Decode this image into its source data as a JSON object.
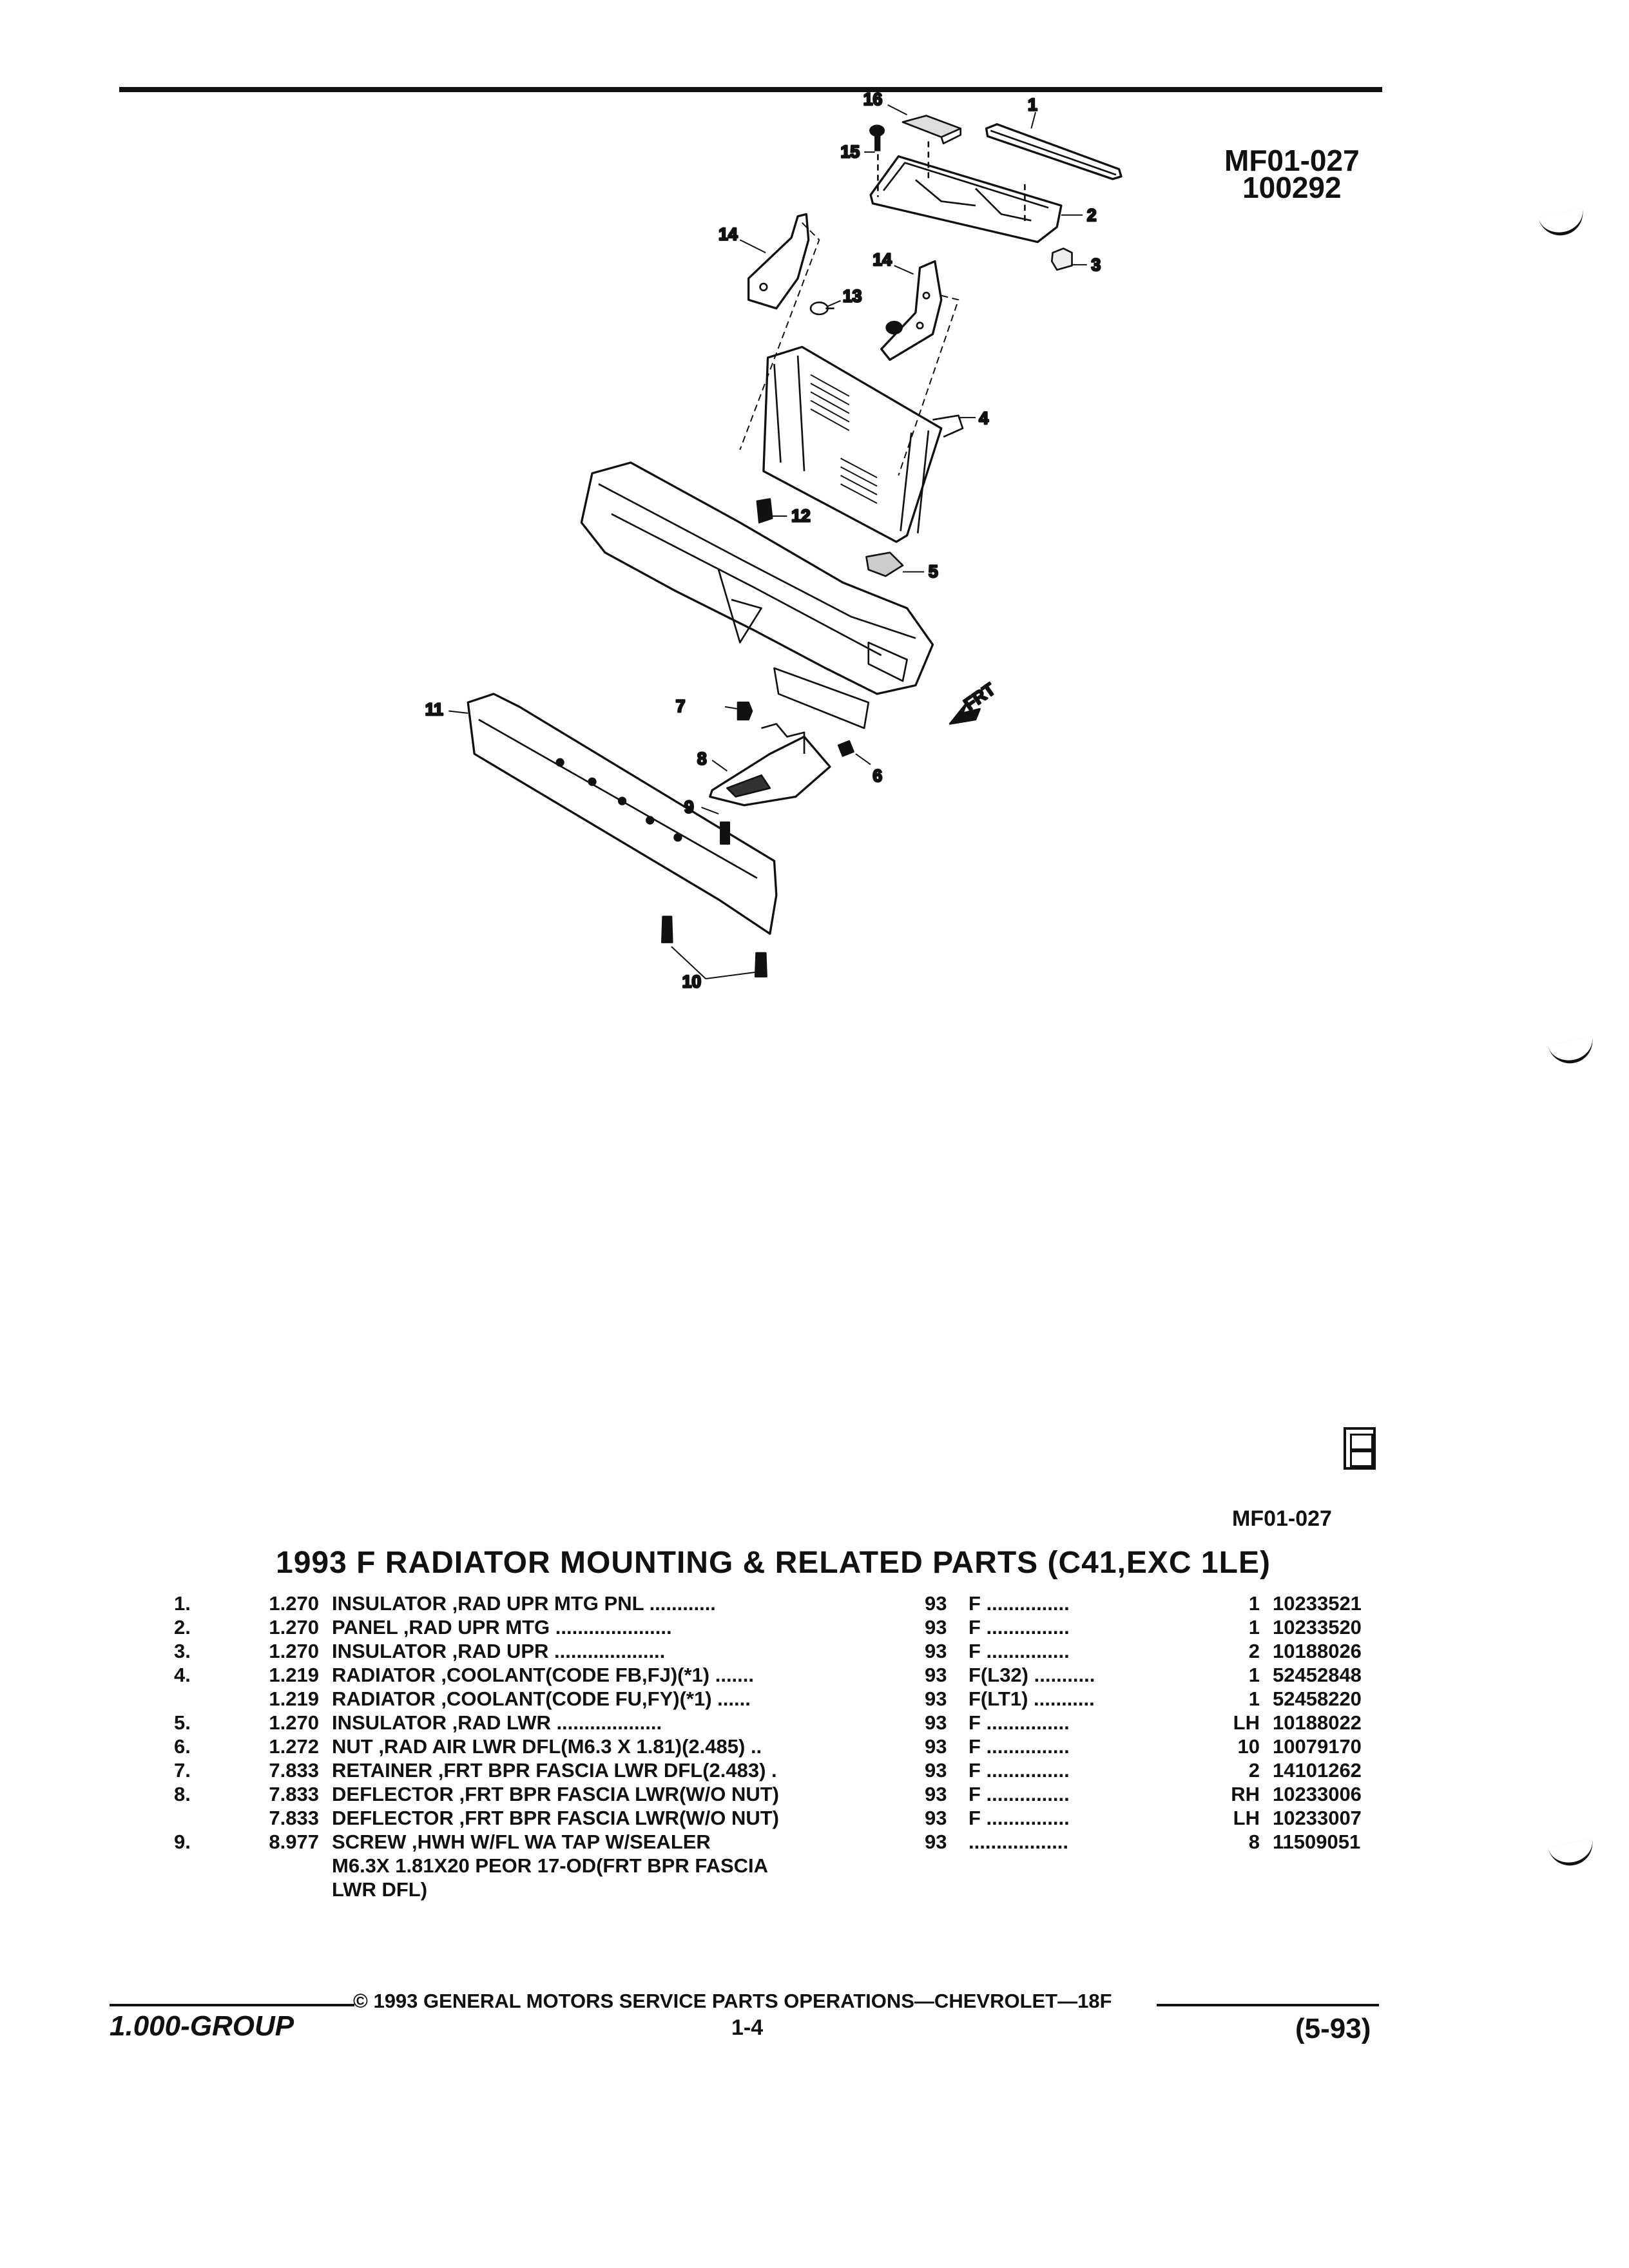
{
  "header": {
    "illustration_code_top": "MF01-027",
    "illustration_date": "100292"
  },
  "diagram": {
    "callouts": [
      "1",
      "2",
      "3",
      "4",
      "5",
      "6",
      "7",
      "8",
      "9",
      "10",
      "11",
      "12",
      "13",
      "14",
      "14",
      "15",
      "16"
    ],
    "direction_label": "FRT",
    "illustration_code_bottom": "MF01-027"
  },
  "section_title": "1993 F RADIATOR MOUNTING & RELATED PARTS (C41,EXC 1LE)",
  "parts": [
    {
      "idx": "1.",
      "sect": "1.270",
      "desc": "INSULATOR ,RAD UPR MTG PNL ............",
      "year": "93",
      "code": "F ...............",
      "qty": "1",
      "part": "10233521"
    },
    {
      "idx": "2.",
      "sect": "1.270",
      "desc": "PANEL ,RAD UPR MTG .....................",
      "year": "93",
      "code": "F ...............",
      "qty": "1",
      "part": "10233520"
    },
    {
      "idx": "3.",
      "sect": "1.270",
      "desc": "INSULATOR ,RAD UPR ....................",
      "year": "93",
      "code": "F ...............",
      "qty": "2",
      "part": "10188026"
    },
    {
      "idx": "4.",
      "sect": "1.219",
      "desc": "RADIATOR ,COOLANT(CODE FB,FJ)(*1) .......",
      "year": "93",
      "code": "F(L32) ...........",
      "qty": "1",
      "part": "52452848"
    },
    {
      "idx": "",
      "sect": "1.219",
      "desc": "RADIATOR ,COOLANT(CODE FU,FY)(*1) ......",
      "year": "93",
      "code": "F(LT1) ...........",
      "qty": "1",
      "part": "52458220"
    },
    {
      "idx": "5.",
      "sect": "1.270",
      "desc": "INSULATOR ,RAD LWR ...................",
      "year": "93",
      "code": "F ...............",
      "qty": "LH",
      "part": "10188022"
    },
    {
      "idx": "6.",
      "sect": "1.272",
      "desc": "NUT ,RAD AIR LWR DFL(M6.3 X 1.81)(2.485) ..",
      "year": "93",
      "code": "F ...............",
      "qty": "10",
      "part": "10079170"
    },
    {
      "idx": "7.",
      "sect": "7.833",
      "desc": "RETAINER ,FRT BPR FASCIA LWR DFL(2.483) .",
      "year": "93",
      "code": "F ...............",
      "qty": "2",
      "part": "14101262"
    },
    {
      "idx": "8.",
      "sect": "7.833",
      "desc": "DEFLECTOR ,FRT BPR FASCIA LWR(W/O NUT)",
      "year": "93",
      "code": "F ...............",
      "qty": "RH",
      "part": "10233006"
    },
    {
      "idx": "",
      "sect": "7.833",
      "desc": "DEFLECTOR ,FRT BPR FASCIA LWR(W/O NUT)",
      "year": "93",
      "code": "F ...............",
      "qty": "LH",
      "part": "10233007"
    },
    {
      "idx": "9.",
      "sect": "8.977",
      "desc": "SCREW ,HWH W/FL WA TAP W/SEALER",
      "year": "93",
      "code": "..................",
      "qty": "8",
      "part": "11509051"
    }
  ],
  "parts_continuation": [
    "M6.3X 1.81X20 PEOR 17-OD(FRT BPR FASCIA",
    "LWR DFL)"
  ],
  "footer": {
    "copyright": "© 1993 GENERAL MOTORS SERVICE PARTS OPERATIONS—CHEVROLET—18F",
    "group": "1.000-GROUP",
    "page": "1-4",
    "date": "(5-93)"
  }
}
